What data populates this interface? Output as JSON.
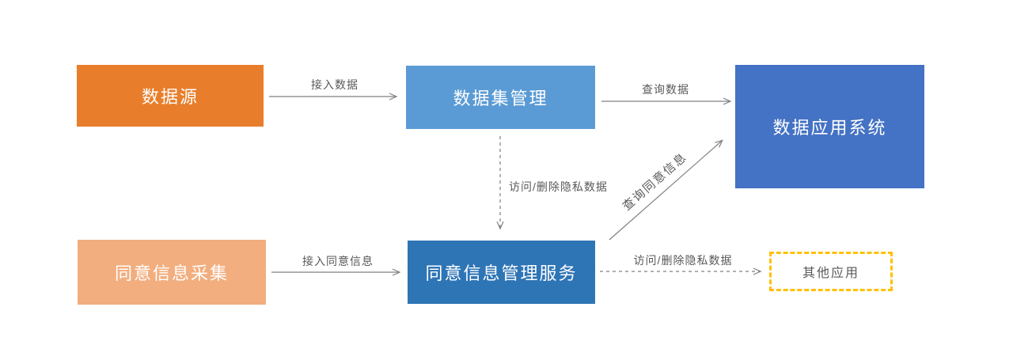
{
  "diagram": {
    "nodes": [
      {
        "id": "data-source",
        "label": "数据源",
        "color": "#E87E2B"
      },
      {
        "id": "dataset-mgmt",
        "label": "数据集管理",
        "color": "#5B9BD5"
      },
      {
        "id": "data-app-system",
        "label": "数据应用系统",
        "color": "#4472C4"
      },
      {
        "id": "consent-collection",
        "label": "同意信息采集",
        "color": "#F2AE7E"
      },
      {
        "id": "consent-mgmt-service",
        "label": "同意信息管理服务",
        "color": "#2E75B6"
      },
      {
        "id": "other-apps",
        "label": "其他应用",
        "border_color": "#FFC000",
        "text_color": "#595959"
      }
    ],
    "edges": [
      {
        "from": "data-source",
        "to": "dataset-mgmt",
        "label": "接入数据",
        "style": "solid"
      },
      {
        "from": "dataset-mgmt",
        "to": "data-app-system",
        "label": "查询数据",
        "style": "solid"
      },
      {
        "from": "dataset-mgmt",
        "to": "consent-mgmt-service",
        "label": "访问/删除隐私数据",
        "style": "dashed"
      },
      {
        "from": "consent-mgmt-service",
        "to": "data-app-system",
        "label": "查询同意信息",
        "style": "solid"
      },
      {
        "from": "consent-collection",
        "to": "consent-mgmt-service",
        "label": "接入同意信息",
        "style": "solid"
      },
      {
        "from": "consent-mgmt-service",
        "to": "other-apps",
        "label": "访问/删除隐私数据",
        "style": "dashed"
      }
    ],
    "arrow_color": "#808080",
    "label_color": "#595959"
  }
}
